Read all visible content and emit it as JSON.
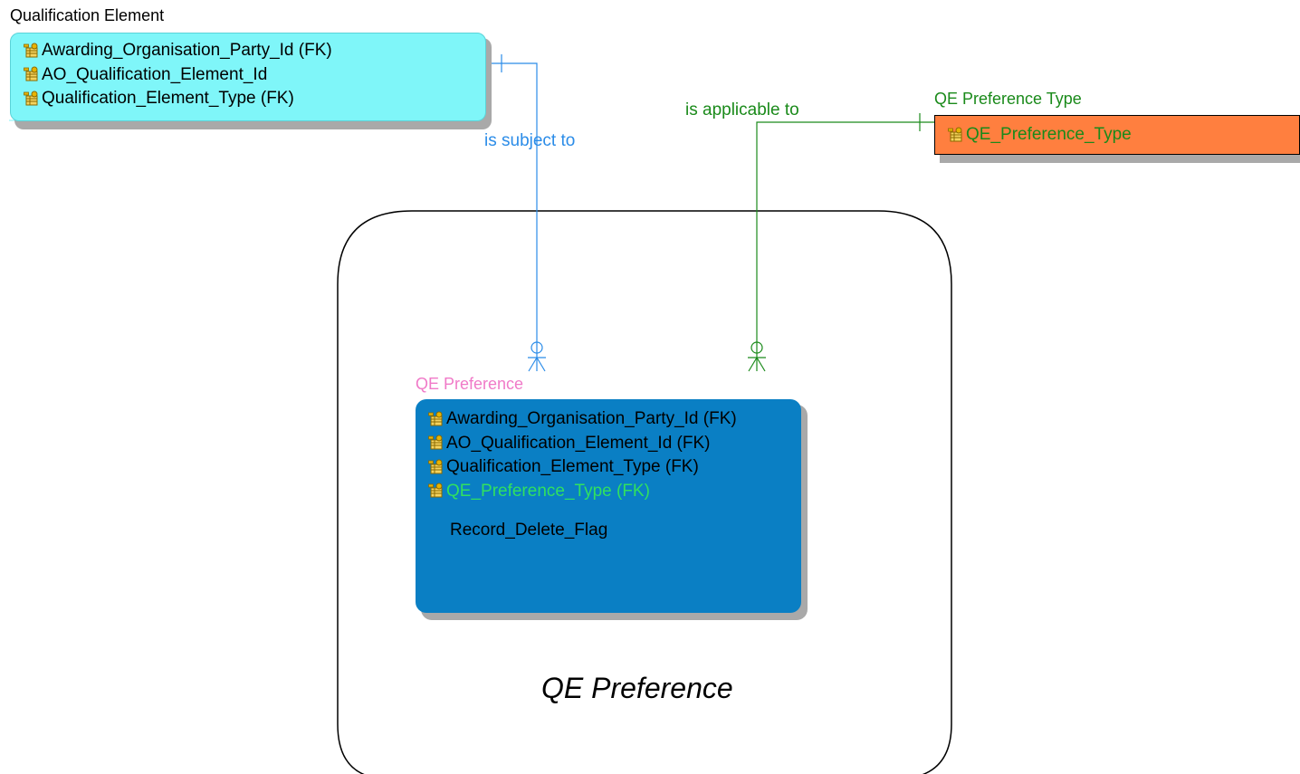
{
  "subject_area": {
    "caption": "QE Preference"
  },
  "entities": {
    "qualification_element": {
      "title": "Qualification Element",
      "attributes": [
        "Awarding_Organisation_Party_Id (FK)",
        "AO_Qualification_Element_Id",
        "Qualification_Element_Type (FK)"
      ],
      "fill_color": "#7ff6f9",
      "title_color": "#000000"
    },
    "qe_preference_type": {
      "title": "QE Preference Type",
      "attributes": [
        "QE_Preference_Type"
      ],
      "fill_color": "#ff7f3f",
      "title_color": "#1a8a1a",
      "text_color": "#1a8a1a"
    },
    "qe_preference": {
      "title": "QE Preference",
      "key_attributes": [
        "Awarding_Organisation_Party_Id (FK)",
        "AO_Qualification_Element_Id (FK)",
        "Qualification_Element_Type (FK)",
        "QE_Preference_Type (FK)"
      ],
      "non_key_attributes": [
        "Record_Delete_Flag"
      ],
      "fill_color": "#0a7fc4",
      "title_color": "#f07ac8",
      "highlight_attr_color": "#30e060"
    }
  },
  "relationships": {
    "is_subject_to": {
      "label": "is subject to",
      "color": "#2b8ce8"
    },
    "is_applicable_to": {
      "label": "is applicable to",
      "color": "#1a8a1a"
    }
  }
}
